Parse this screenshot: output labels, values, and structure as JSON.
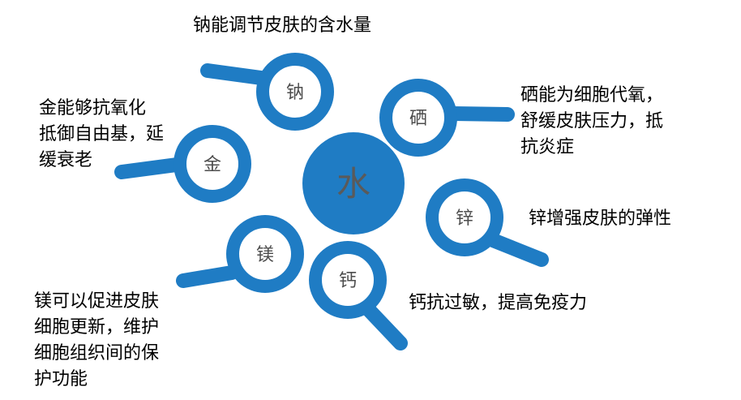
{
  "colors": {
    "accent": "#1f7cc4",
    "inner": "#ffffff",
    "text": "#000000"
  },
  "center": {
    "label": "水"
  },
  "elements": [
    {
      "id": "na",
      "label": "钠",
      "description_lines": [
        "钠能调节皮肤的含水量"
      ]
    },
    {
      "id": "se",
      "label": "硒",
      "description_lines": [
        "硒能为细胞代氧，",
        "舒缓皮肤压力，抵",
        "抗炎症"
      ]
    },
    {
      "id": "au",
      "label": "金",
      "description_lines": [
        "金能够抗氧化",
        "抵御自由基，延",
        "缓衰老"
      ]
    },
    {
      "id": "zn",
      "label": "锌",
      "description_lines": [
        "锌增强皮肤的弹性"
      ]
    },
    {
      "id": "mg",
      "label": "镁",
      "description_lines": [
        "镁可以促进皮肤",
        "细胞更新，维护",
        "细胞组织间的保",
        "护功能"
      ]
    },
    {
      "id": "ca",
      "label": "钙",
      "description_lines": [
        "钙抗过敏，提高免疫力"
      ]
    }
  ]
}
